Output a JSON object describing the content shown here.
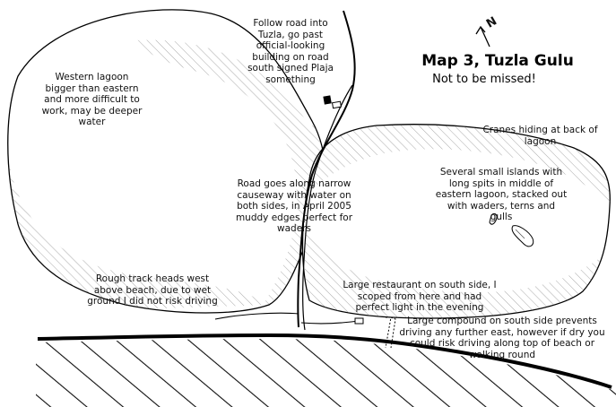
{
  "map": {
    "title": "Map 3, Tuzla Gulu",
    "subtitle": "Not to be missed!",
    "north_label": "N",
    "notes": {
      "follow_road": "Follow road into Tuzla, go past official-looking building on road south signed Plaja something",
      "western_lagoon": "Western lagoon bigger than eastern and more difficult to work, may be deeper water",
      "cranes": "Cranes hiding at back of lagoon",
      "islands": "Several small islands with long spits in middle of eastern lagoon, stacked out with waders, terns and gulls",
      "causeway": "Road goes along narrow causeway with water on both sides, in April 2005 muddy edges perfect for waders",
      "rough_track": "Rough track heads west above beach, due to wet ground I did not risk driving",
      "restaurant": "Large restaurant on south side, I scoped from here and had perfect light in the evening",
      "compound": "Large compound on south side prevents driving any further east, however if dry you could risk driving along top of beach or walking round"
    }
  }
}
